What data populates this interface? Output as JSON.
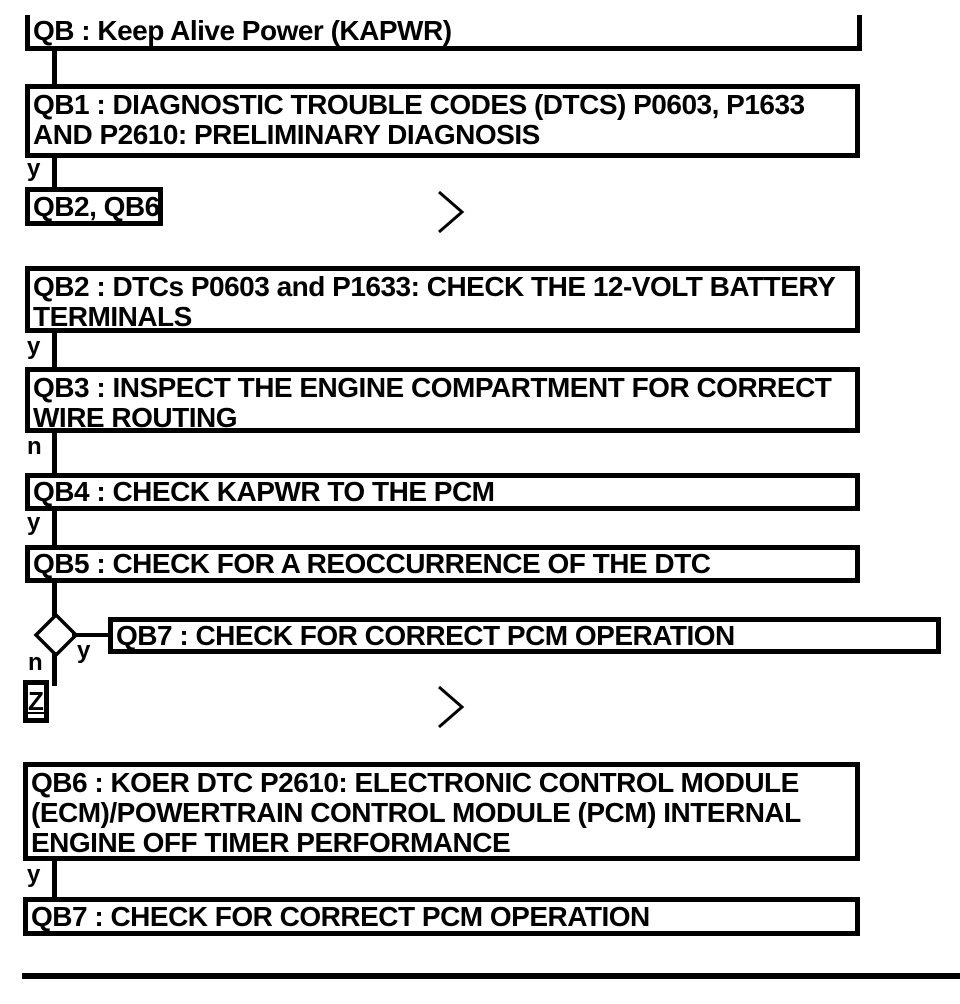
{
  "diagram": {
    "type": "flowchart",
    "colors": {
      "ink": "#000000",
      "background": "#ffffff"
    },
    "labels": {
      "yes": "y",
      "no": "n"
    },
    "nodes": {
      "qb": {
        "text": "QB : Keep Alive Power (KAPWR)"
      },
      "qb1": {
        "lines": [
          "QB1 : DIAGNOSTIC TROUBLE CODES (DTCS) P0603, P1633",
          "AND P2610: PRELIMINARY DIAGNOSIS"
        ]
      },
      "jump": {
        "text": "QB2, QB6"
      },
      "qb2": {
        "lines": [
          "QB2 : DTCs P0603 and P1633: CHECK THE 12-VOLT BATTERY",
          "TERMINALS"
        ]
      },
      "qb3": {
        "lines": [
          "QB3 : INSPECT THE ENGINE COMPARTMENT FOR CORRECT",
          "WIRE ROUTING"
        ]
      },
      "qb4": {
        "text": "QB4 : CHECK KAPWR TO THE PCM"
      },
      "qb5": {
        "text": "QB5 : CHECK FOR A REOCCURRENCE OF THE DTC"
      },
      "qb7a": {
        "text": "QB7 : CHECK FOR CORRECT PCM OPERATION"
      },
      "offpage": {
        "text": "Z"
      },
      "qb6": {
        "lines": [
          "QB6 : KOER DTC P2610: ELECTRONIC CONTROL MODULE",
          "(ECM)/POWERTRAIN CONTROL MODULE (PCM) INTERNAL",
          "ENGINE OFF TIMER PERFORMANCE"
        ]
      },
      "qb7b": {
        "text": "QB7 : CHECK FOR CORRECT PCM OPERATION"
      }
    }
  }
}
